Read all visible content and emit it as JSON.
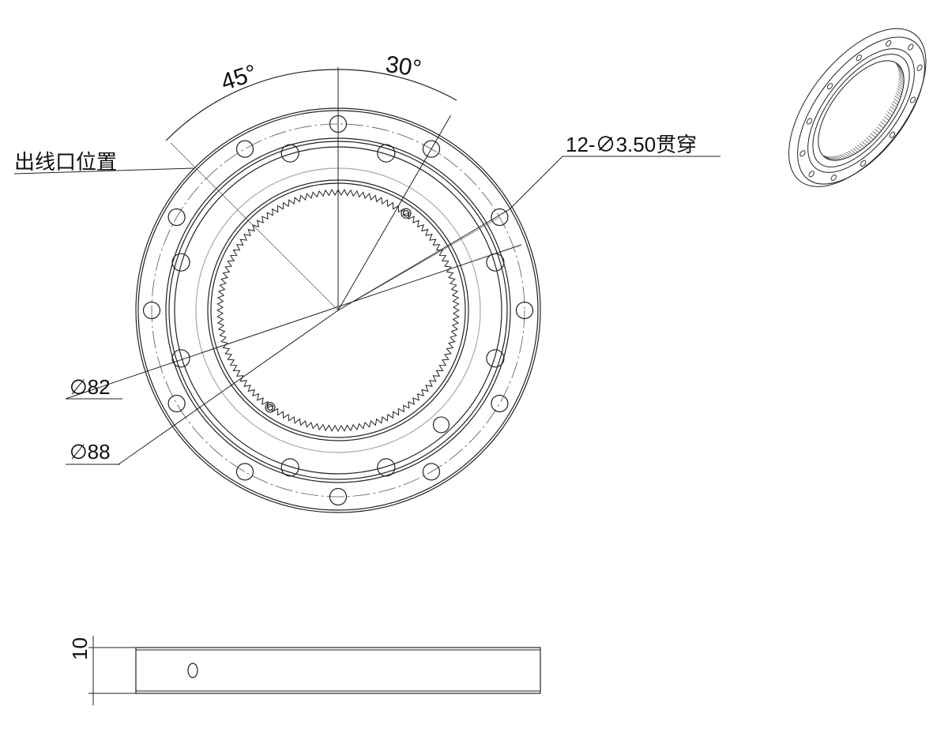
{
  "labels": {
    "angle_45": "45°",
    "angle_30": "30°",
    "outlet_position": "出线口位置",
    "holes": "12-∅3.50贯穿",
    "dia_82": "∅82",
    "dia_88": "∅88",
    "thickness": "10"
  },
  "colors": {
    "line": "#222222",
    "center_line": "#555555",
    "gray_circle": "#aaaaaa"
  }
}
